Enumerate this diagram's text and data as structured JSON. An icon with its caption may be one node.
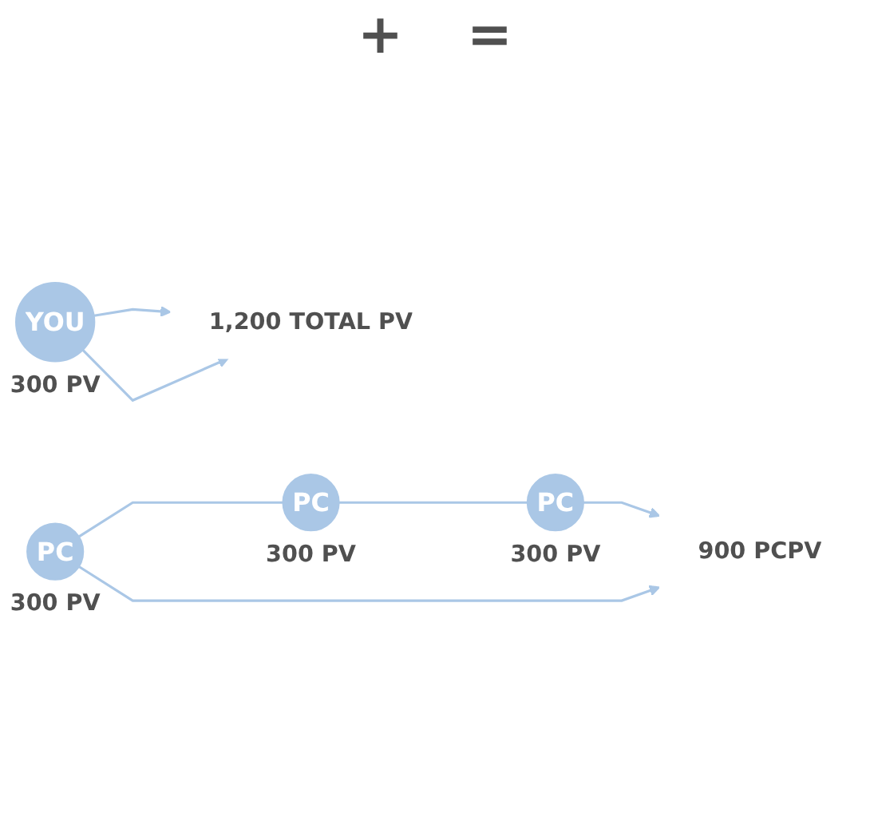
{
  "diagram": {
    "nodes": [
      {
        "text": [
          "YOU"
        ],
        "beside": [
          "300 PV"
        ]
      },
      {
        "text": [
          "PC"
        ],
        "beside": [
          "300 PV"
        ]
      },
      {
        "text": [
          "PC"
        ],
        "beside": [
          "300 PV"
        ]
      },
      {
        "text": [
          "PC"
        ],
        "beside": [
          "300 PV"
        ]
      },
      {
        "text": [
          "900 PCPV"
        ]
      },
      {
        "text": [
          "1,200 TOTAL PV"
        ]
      }
    ],
    "edges": [
      {
        "from": 0,
        "to": 5,
        "arrow": "to"
      },
      {
        "from": 0,
        "to": 5,
        "arrow": "to"
      },
      {
        "from": 1,
        "to": 2,
        "arrow": "none"
      },
      {
        "from": 2,
        "to": 3,
        "arrow": "none"
      },
      {
        "from": 1,
        "to": 4,
        "arrow": "to"
      },
      {
        "from": 3,
        "to": 4,
        "arrow": "to"
      }
    ],
    "labels": [
      "+",
      "="
    ]
  }
}
